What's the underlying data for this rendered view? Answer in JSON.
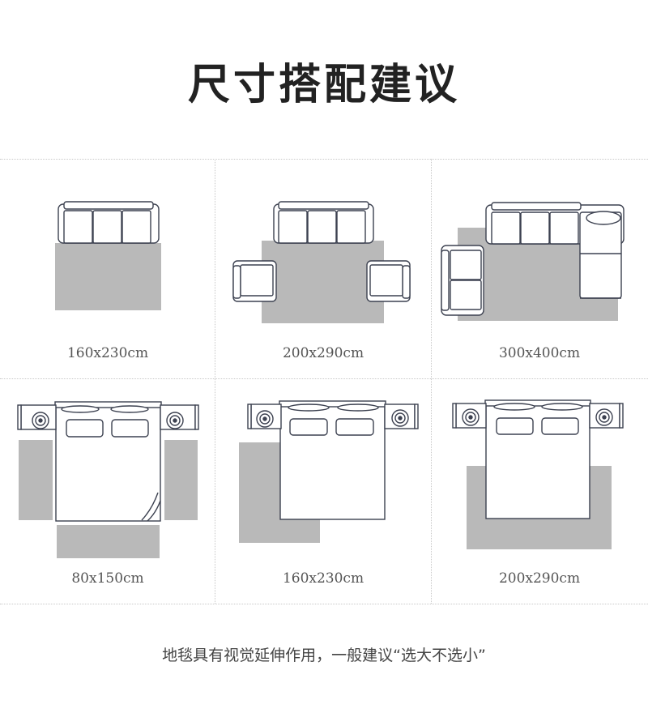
{
  "title": "尺寸搭配建议",
  "footer_note": "地毯具有视觉延伸作用，一般建议“选大不选小”",
  "colors": {
    "rug": "#b9b9b9",
    "outline": "#3c4150",
    "furniture_fill": "#ffffff",
    "title_text": "#222222",
    "grid_line": "#c8c8c8"
  },
  "icons": [
    "sofa-icon",
    "armchair-icon",
    "sectional-sofa-icon",
    "bed-icon",
    "nightstand-icon",
    "pillow-icon"
  ],
  "living_room": [
    {
      "size": "160x230cm"
    },
    {
      "size": "200x290cm"
    },
    {
      "size": "300x400cm"
    }
  ],
  "bedroom": [
    {
      "size": "80x150cm"
    },
    {
      "size": "160x230cm"
    },
    {
      "size": "200x290cm"
    }
  ]
}
